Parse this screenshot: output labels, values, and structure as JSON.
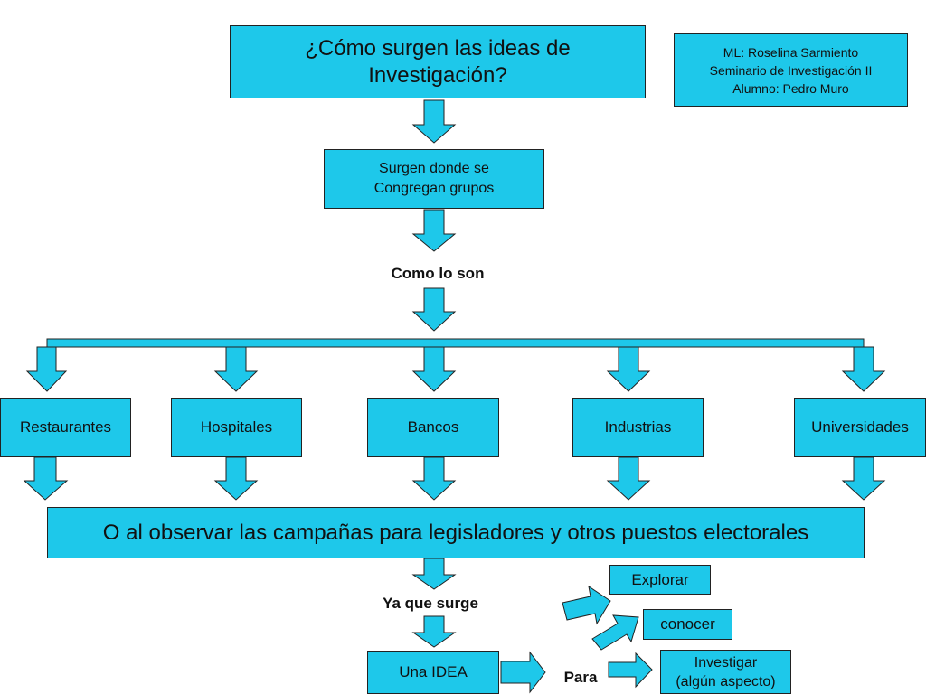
{
  "title": {
    "line1": "¿Cómo surgen las ideas de",
    "line2": "Investigación?"
  },
  "credits": {
    "line1": "ML: Roselina Sarmiento",
    "line2": "Seminario de Investigación II",
    "line3": "Alumno: Pedro Muro"
  },
  "step1": {
    "line1": "Surgen donde se",
    "line2": "Congregan grupos"
  },
  "connector1": "Como lo son",
  "places": [
    "Restaurantes",
    "Hospitales",
    "Bancos",
    "Industrias",
    "Universidades"
  ],
  "campaign": "O al observar las campañas para legisladores y otros puestos electorales",
  "connector2": "Ya que surge",
  "idea": "Una IDEA",
  "connector3": "Para",
  "purposes": {
    "explore": "Explorar",
    "know": "conocer",
    "investigate_line1": "Investigar",
    "investigate_line2": "(algún aspecto)"
  },
  "colors": {
    "box_fill": "#1ec8ea",
    "border": "#222222"
  }
}
